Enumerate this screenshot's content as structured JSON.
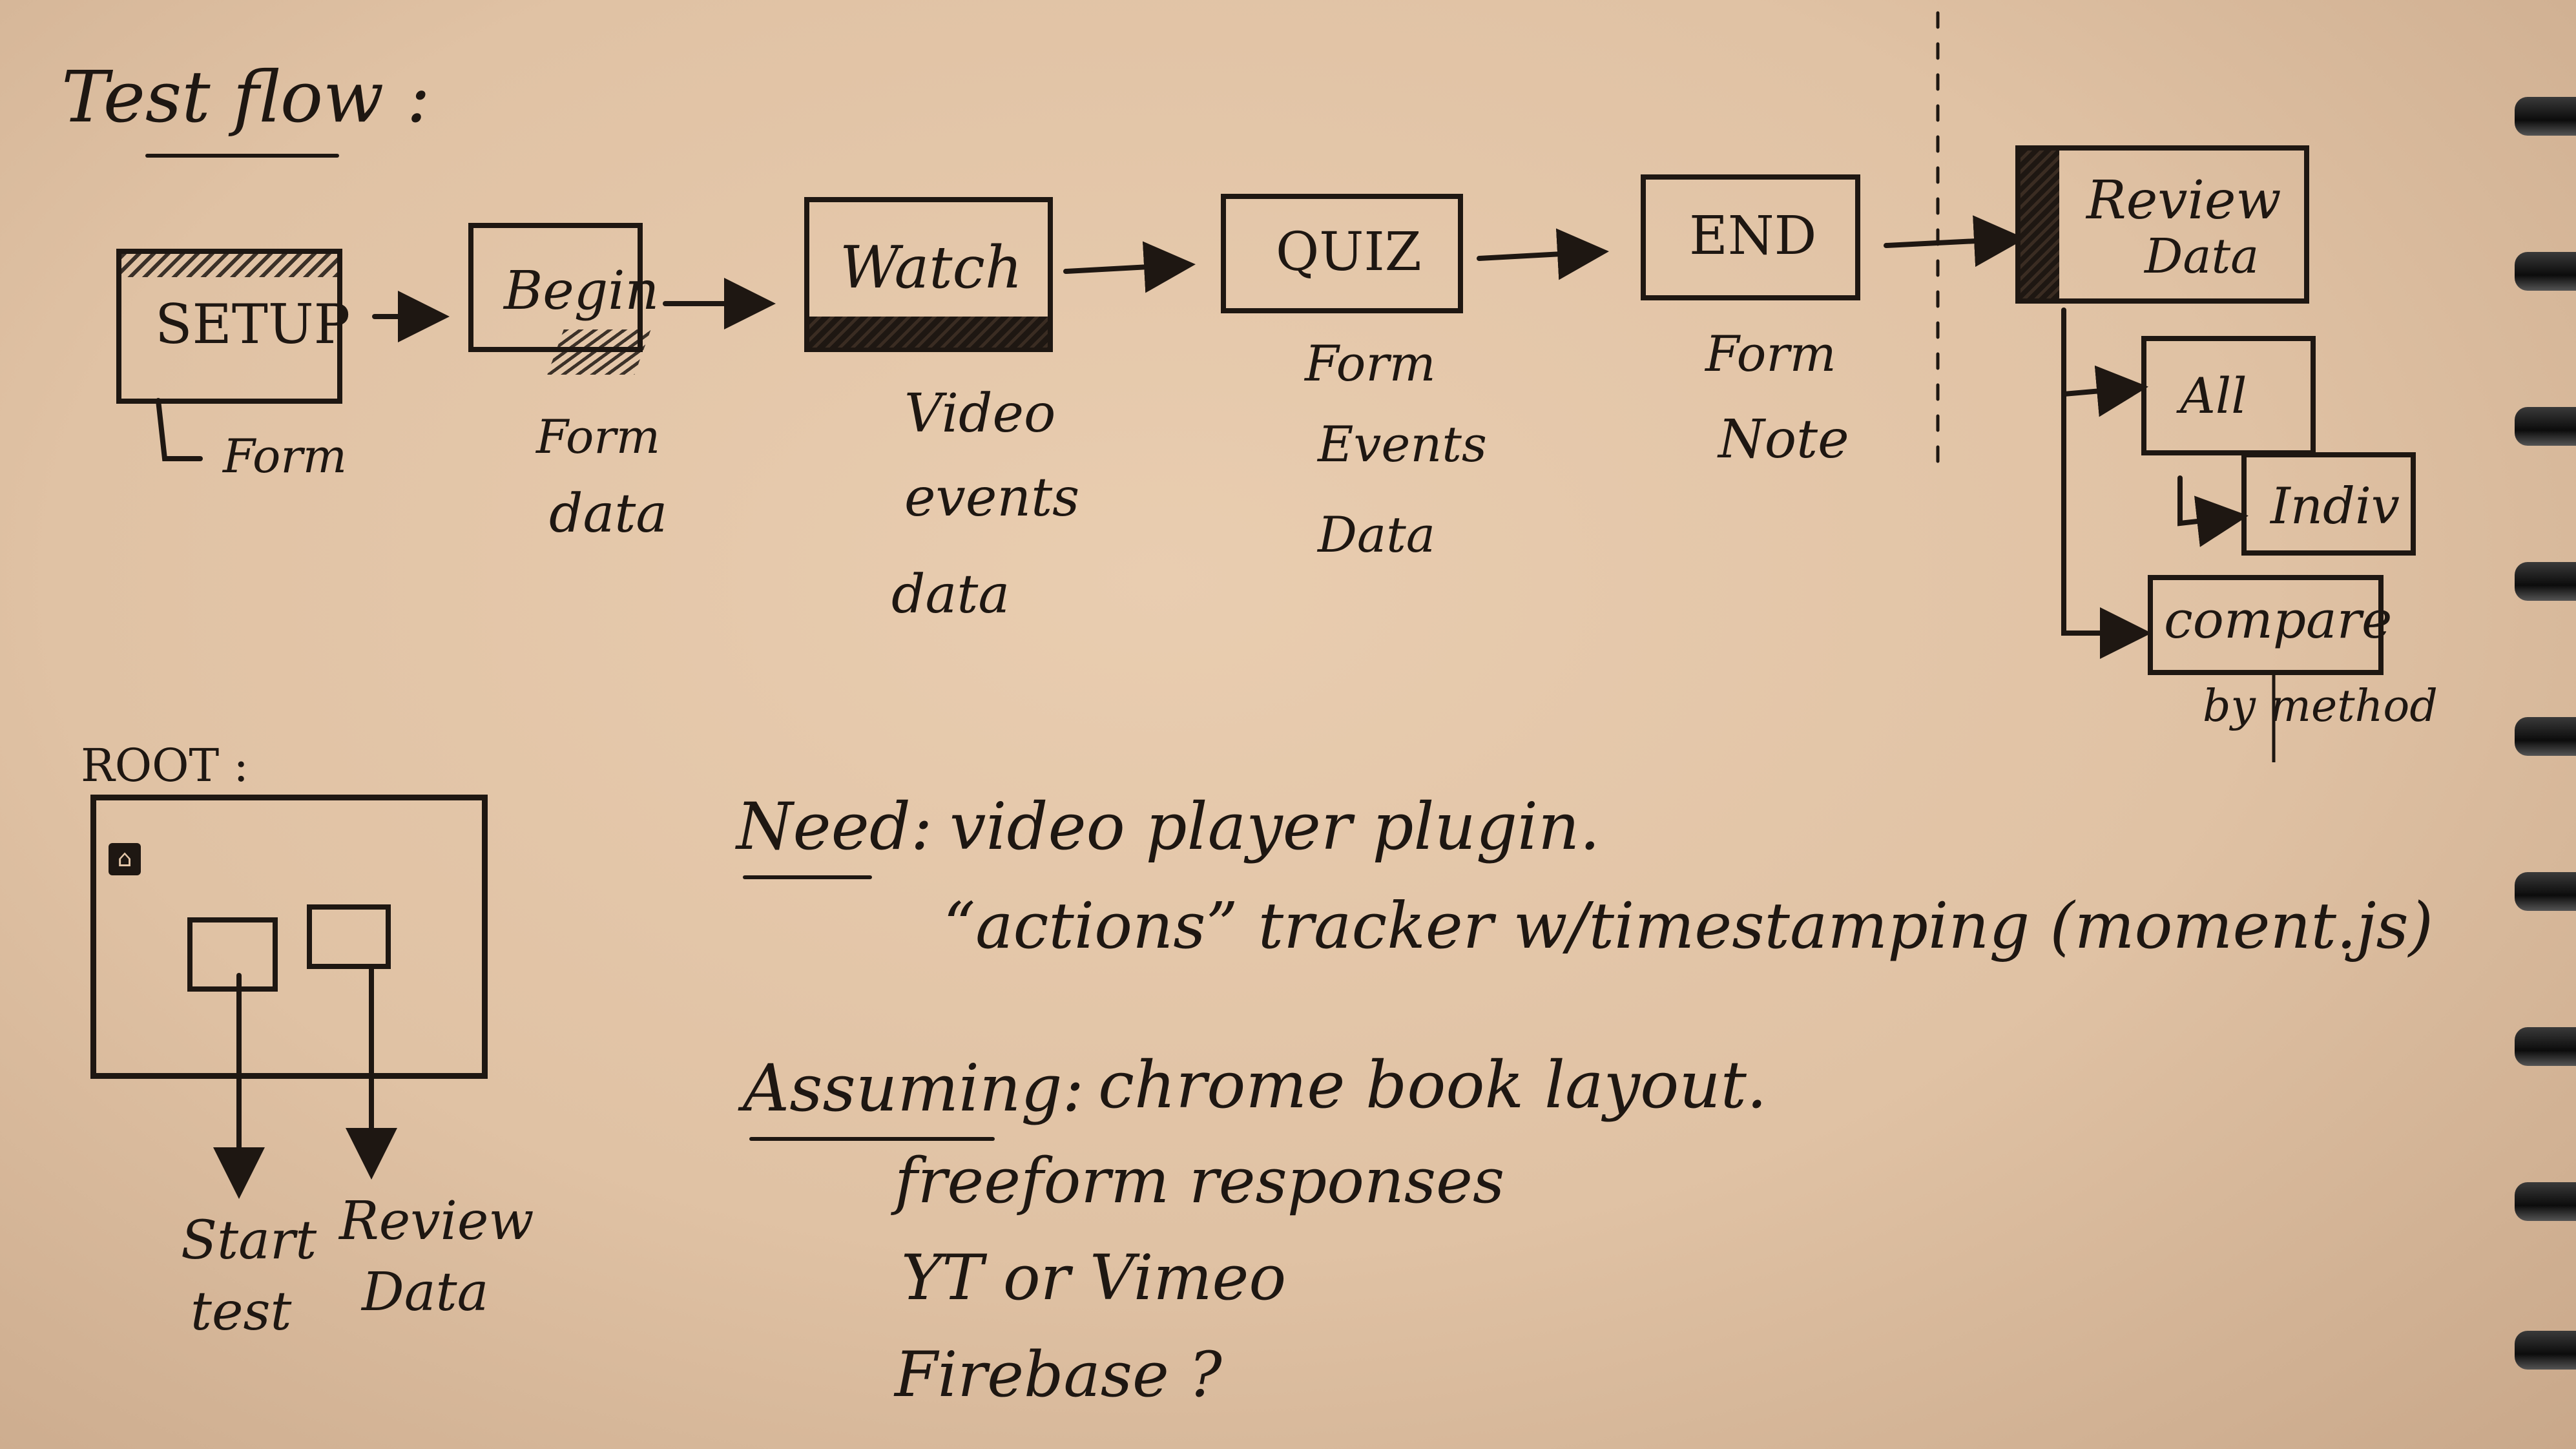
{
  "heading": "Test flow :",
  "flow": {
    "setup": {
      "label": "SETUP",
      "subs": [
        "Form"
      ]
    },
    "begin": {
      "label": "Begin",
      "subs": [
        "Form",
        "data"
      ]
    },
    "watch": {
      "label": "Watch",
      "subs": [
        "Video",
        "events",
        "data"
      ]
    },
    "quiz": {
      "label": "QUIZ",
      "subs": [
        "Form",
        "Events",
        "Data"
      ]
    },
    "end": {
      "label": "END",
      "subs": [
        "Form",
        "Note"
      ]
    },
    "review": {
      "label_line1": "Review",
      "label_line2": "Data",
      "children": {
        "all": "All",
        "indiv": "Indiv",
        "compare": "compare",
        "compare_note": "by method"
      }
    }
  },
  "root": {
    "title": "ROOT :",
    "start_line1": "Start",
    "start_line2": "test",
    "review_line1": "Review",
    "review_line2": "Data"
  },
  "notes": {
    "need_label": "Need:",
    "need_items": [
      "video player plugin.",
      "“actions” tracker w/timestamping (moment.js)"
    ],
    "assuming_label": "Assuming:",
    "assuming_items": [
      "chrome book layout.",
      "freeform responses",
      "YT or Vimeo",
      "Firebase ?"
    ]
  },
  "colors": {
    "ink": "#1e1712",
    "paper": "#e3c6a8"
  }
}
